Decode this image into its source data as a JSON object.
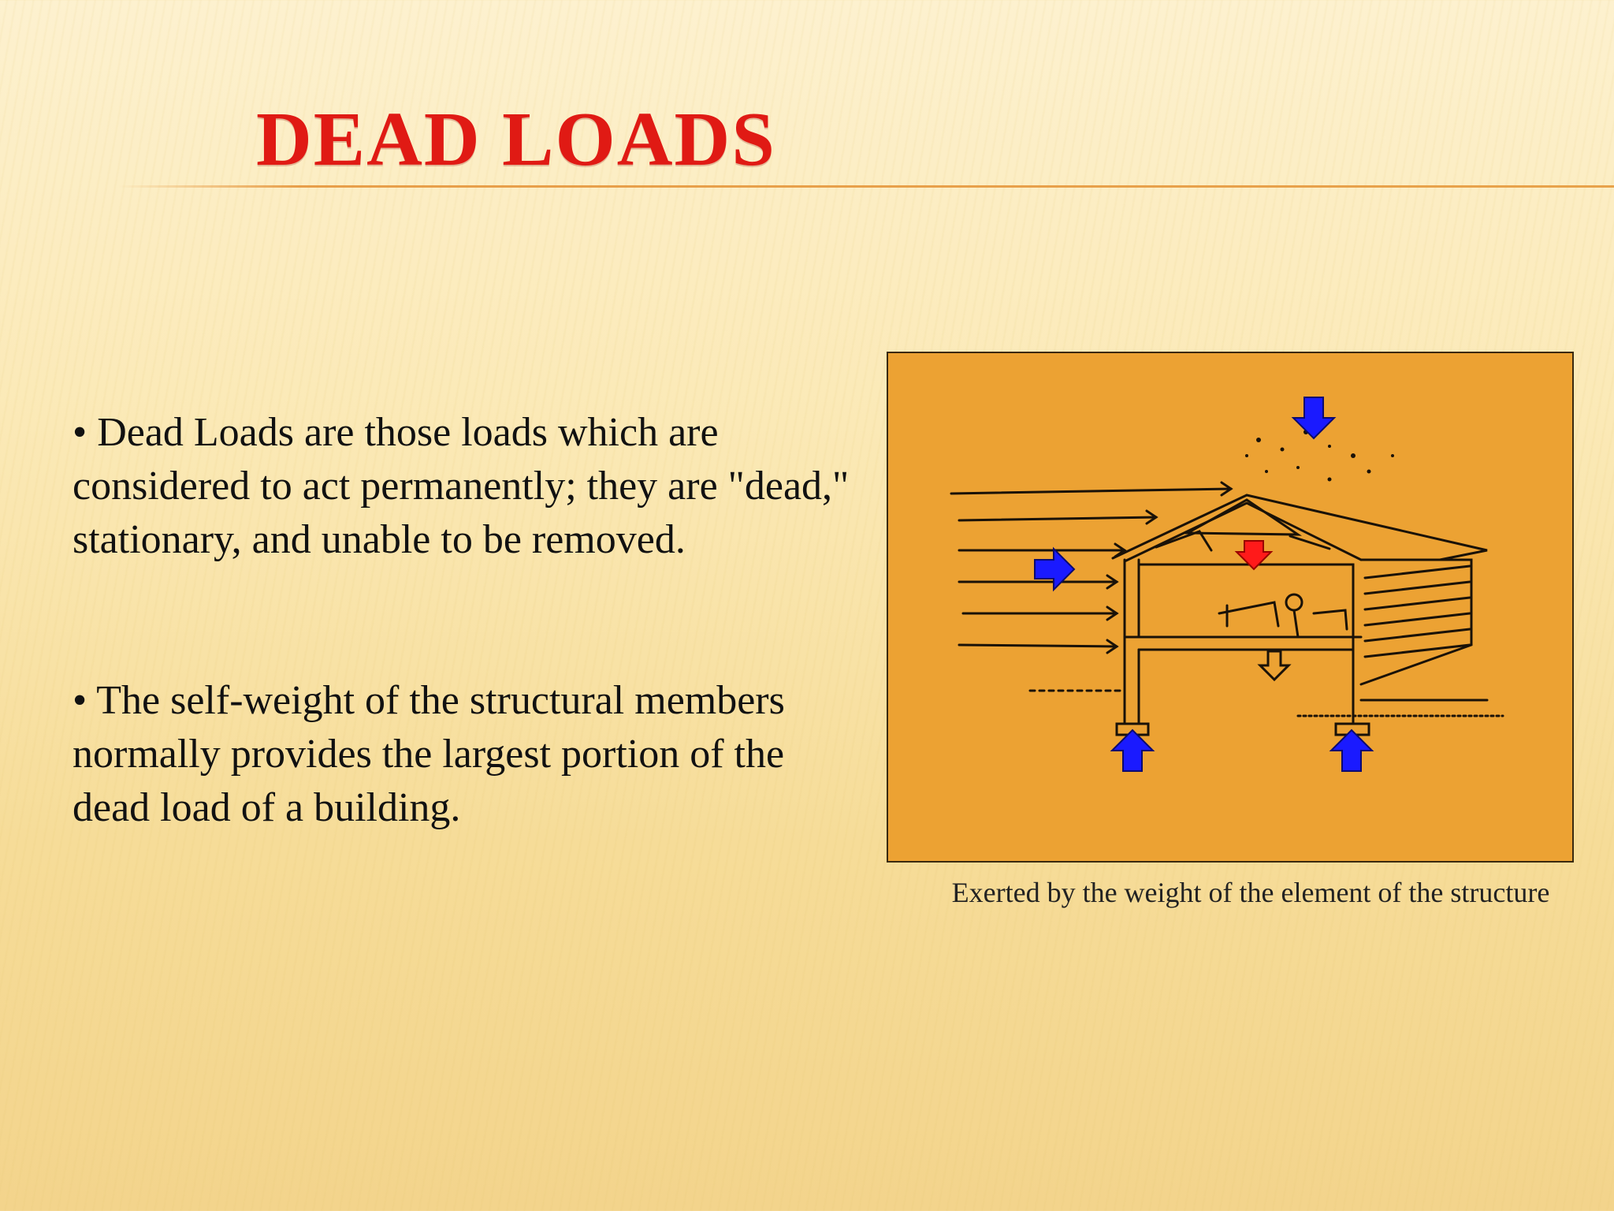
{
  "slide": {
    "title": "DEAD LOADS",
    "bullets": [
      "• Dead Loads are those loads which are considered to act permanently; they are \"dead,\" stationary, and unable to be removed.",
      "• The self-weight of the structural members normally provides the largest portion of the dead load of a building."
    ],
    "caption": "Exerted by the weight of the element of the structure"
  },
  "colors": {
    "title": "#e01a14",
    "figure_background": "#eca233",
    "arrow_blue": "#1a1aff",
    "arrow_red": "#ff1a1a"
  }
}
